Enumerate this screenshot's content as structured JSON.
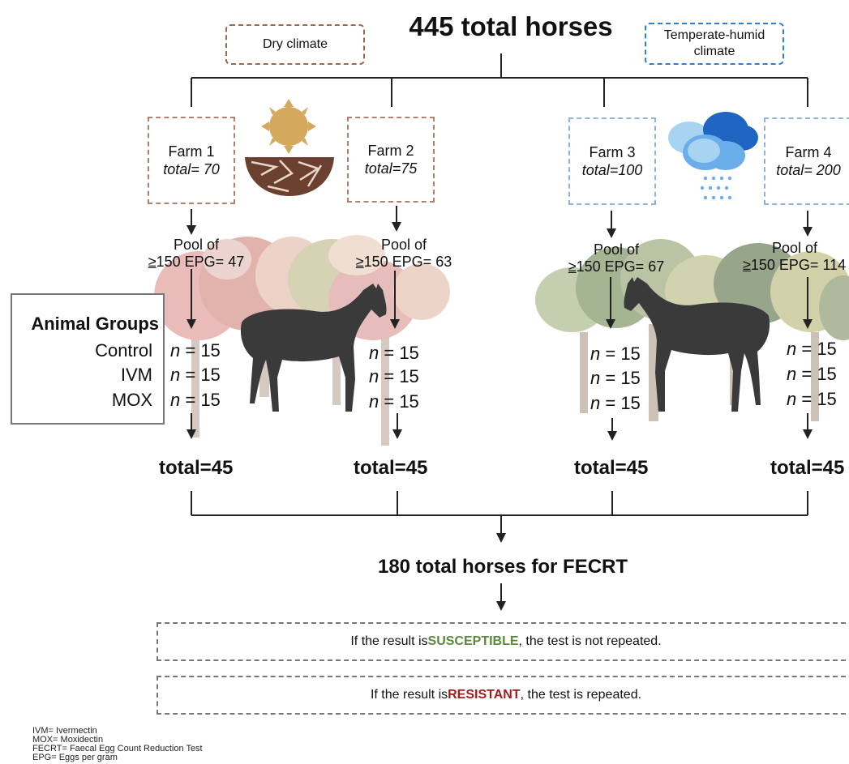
{
  "title": "445 total horses",
  "climates": {
    "dry": {
      "label": "Dry climate",
      "color": "#9b6a52"
    },
    "humid": {
      "label": "Temperate-humid climate",
      "color": "#2f7fd0"
    }
  },
  "farms": [
    {
      "name": "Farm 1",
      "total": "total= 70",
      "pool_line1": "Pool of",
      "pool_ge": "≥",
      "pool_rest": "150 EPG= 47",
      "n_prefix": "n",
      "n_values": [
        " = 15",
        " = 15",
        " = 15"
      ],
      "farm_total": "total=45"
    },
    {
      "name": "Farm 2",
      "total": "total=75",
      "pool_line1": "Pool of",
      "pool_ge": "≥",
      "pool_rest": "150 EPG= 63",
      "n_prefix": "n",
      "n_values": [
        " = 15",
        " = 15",
        " = 15"
      ],
      "farm_total": "total=45"
    },
    {
      "name": "Farm 3",
      "total": "total=100",
      "pool_line1": "Pool of",
      "pool_ge": "≥",
      "pool_rest": "150 EPG= 67",
      "n_prefix": "n",
      "n_values": [
        " = 15",
        " = 15",
        " = 15"
      ],
      "farm_total": "total=45"
    },
    {
      "name": "Farm 4",
      "total": "total= 200",
      "pool_line1": "Pool of",
      "pool_ge": "≥",
      "pool_rest": "150 EPG= 114",
      "n_prefix": "n",
      "n_values": [
        " = 15",
        " = 15",
        " = 15"
      ],
      "farm_total": "total=45"
    }
  ],
  "groups": {
    "title": "Animal Groups",
    "labels": [
      "Control",
      "IVM",
      "MOX"
    ]
  },
  "subtotal": "180 total horses for FECRT",
  "results": {
    "susceptible": {
      "before": "If the result is ",
      "keyword": "SUSCEPTIBLE",
      "after": ", the test is not repeated."
    },
    "resistant": {
      "before": "If the result is ",
      "keyword": "RESISTANT",
      "after": ", the test is repeated."
    }
  },
  "legend": [
    "IVM= Ivermectin",
    "MOX= Moxidectin",
    "FECRT= Faecal Egg Count Reduction Test",
    "EPG= Eggs per gram"
  ],
  "icons": [
    "sun-icon",
    "cracked-earth-icon",
    "rain-cloud-icon",
    "horse-icon",
    "tree-icon"
  ],
  "colors": {
    "dry_border": "#b08070",
    "humid_border": "#8fb3e0",
    "susceptible": "#5a8a3c",
    "resistant": "#a11d1d",
    "line": "#222222"
  }
}
